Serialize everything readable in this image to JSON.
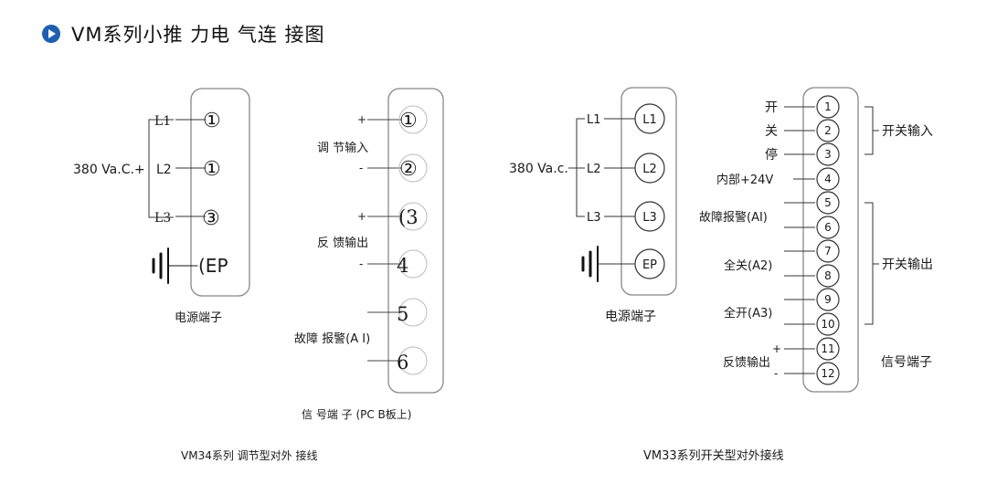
{
  "title": "VM系列小推 力电 气连 接图",
  "left": {
    "power_phases": [
      "L1",
      "L2",
      "L3"
    ],
    "power_voltage": "380 Va.C.+",
    "power_terminals": [
      "①",
      "①",
      "③",
      "(EP"
    ],
    "power_caption": "电源端子",
    "signal_terminals": [
      "①",
      "②",
      "(3",
      "4",
      "5",
      "6"
    ],
    "signs": {
      "plus": "+",
      "minus": "-"
    },
    "group_adjust_input": "调 节输入",
    "group_feedback_output": "反 馈输出",
    "group_fault_alarm": "故障 报警(A I)",
    "signal_caption": "信 号端 子 (PC B板上)",
    "footer": "VM34系列 调节型对外 接线"
  },
  "right": {
    "power_phases": [
      "L1",
      "L2",
      "L3"
    ],
    "power_voltage": "380 Va.c.",
    "power_terminals": [
      "L1",
      "L2",
      "L3",
      "EP"
    ],
    "power_caption": "电源端子",
    "terminal_numbers": [
      "1",
      "2",
      "3",
      "4",
      "5",
      "6",
      "7",
      "8",
      "9",
      "10",
      "11",
      "12"
    ],
    "labels": {
      "open": "开",
      "close": "关",
      "stop": "停",
      "internal_24v": "内部+24V",
      "fault_alarm": "故障报警(AI)",
      "full_close": "全关(A2)",
      "full_open": "全开(A3)",
      "feedback_output": "反馈输出"
    },
    "signs": {
      "plus": "+",
      "minus": "-"
    },
    "group_switch_input": "开关输入",
    "group_switch_output": "开关输出",
    "signal_caption": "信号端子",
    "footer": "VM33系列开关型对外接线"
  }
}
